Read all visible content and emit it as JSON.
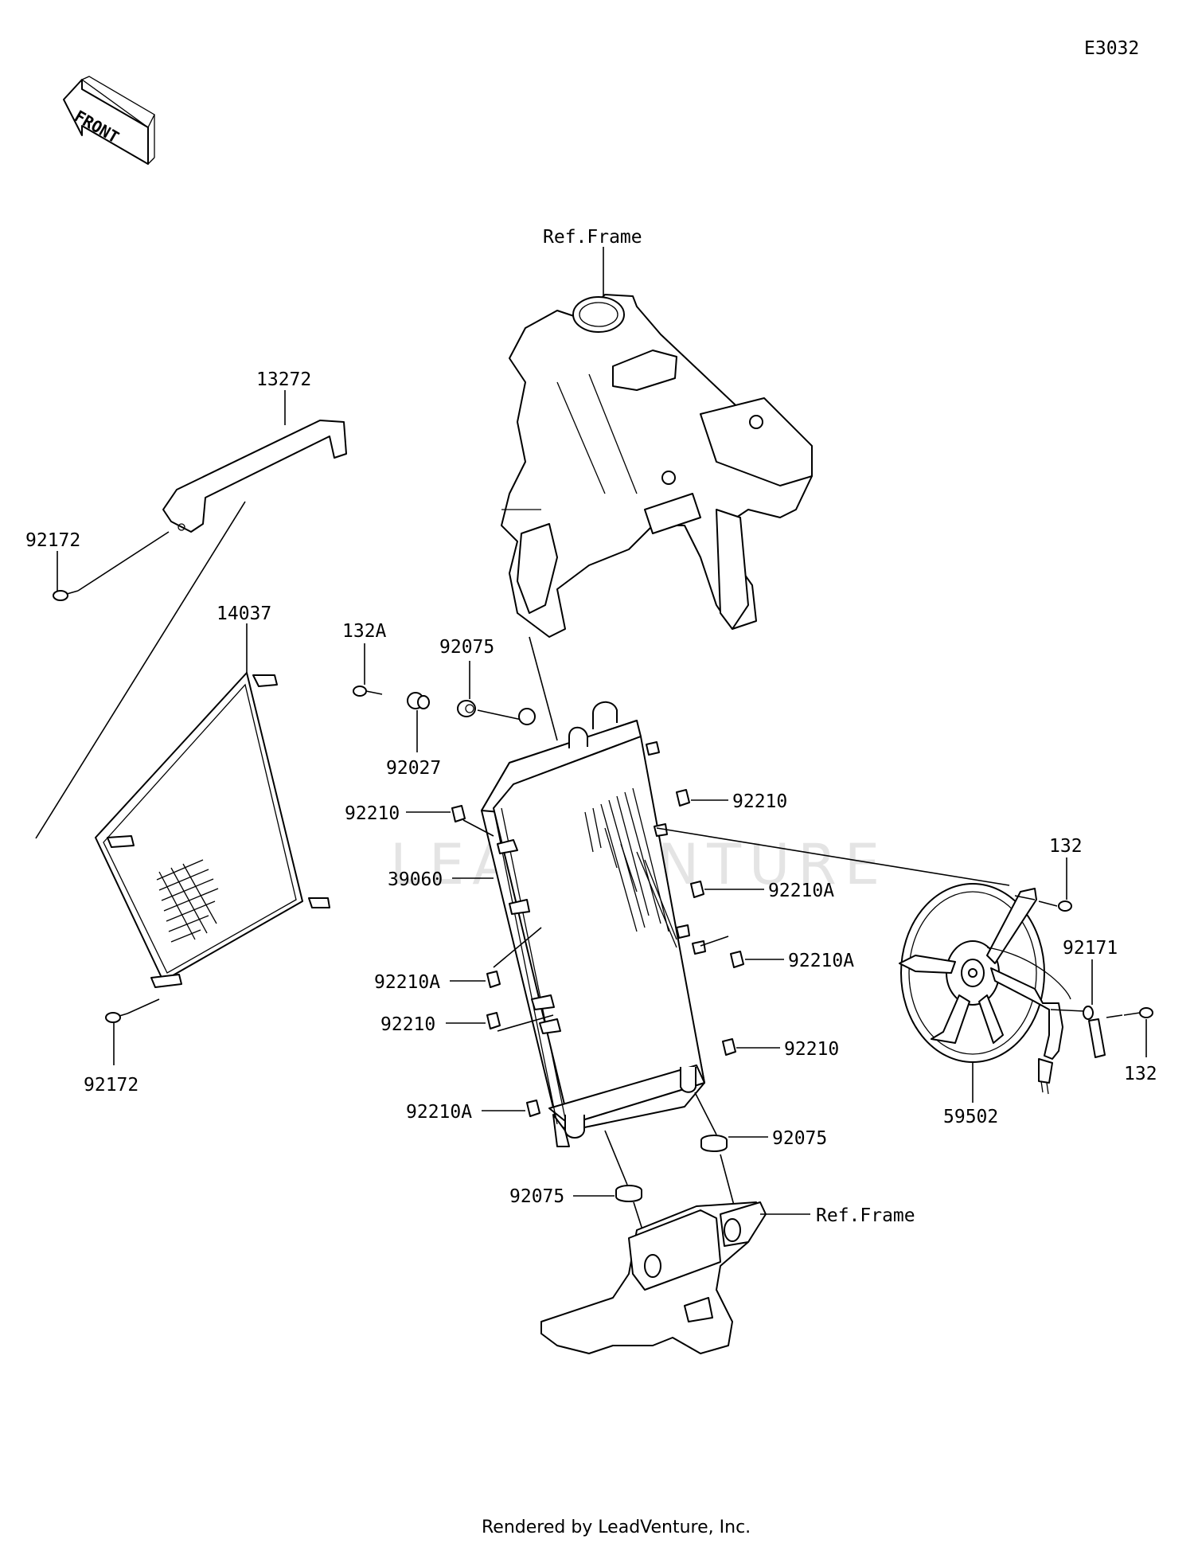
{
  "diagram": {
    "code": "E3032",
    "front_label": "FRONT",
    "footer": "Rendered by LeadVenture, Inc.",
    "watermark": "LEADVENTURE",
    "labels": {
      "ref_frame_top": "Ref.Frame",
      "ref_frame_bottom": "Ref.Frame",
      "p13272": "13272",
      "p92172_top": "92172",
      "p14037": "14037",
      "p92172_bottom": "92172",
      "p132A": "132A",
      "p92075_top": "92075",
      "p92027": "92027",
      "p92210_a": "92210",
      "p92210_b": "92210",
      "p39060": "39060",
      "p92210A_a": "92210A",
      "p92210A_b": "92210A",
      "p92210A_c": "92210A",
      "p92210_c": "92210",
      "p92210_d": "92210",
      "p92210A_d": "92210A",
      "p92075_mid": "92075",
      "p92075_bottom": "92075",
      "p132_top": "132",
      "p92171": "92171",
      "p132_bottom": "132",
      "p59502": "59502"
    }
  }
}
